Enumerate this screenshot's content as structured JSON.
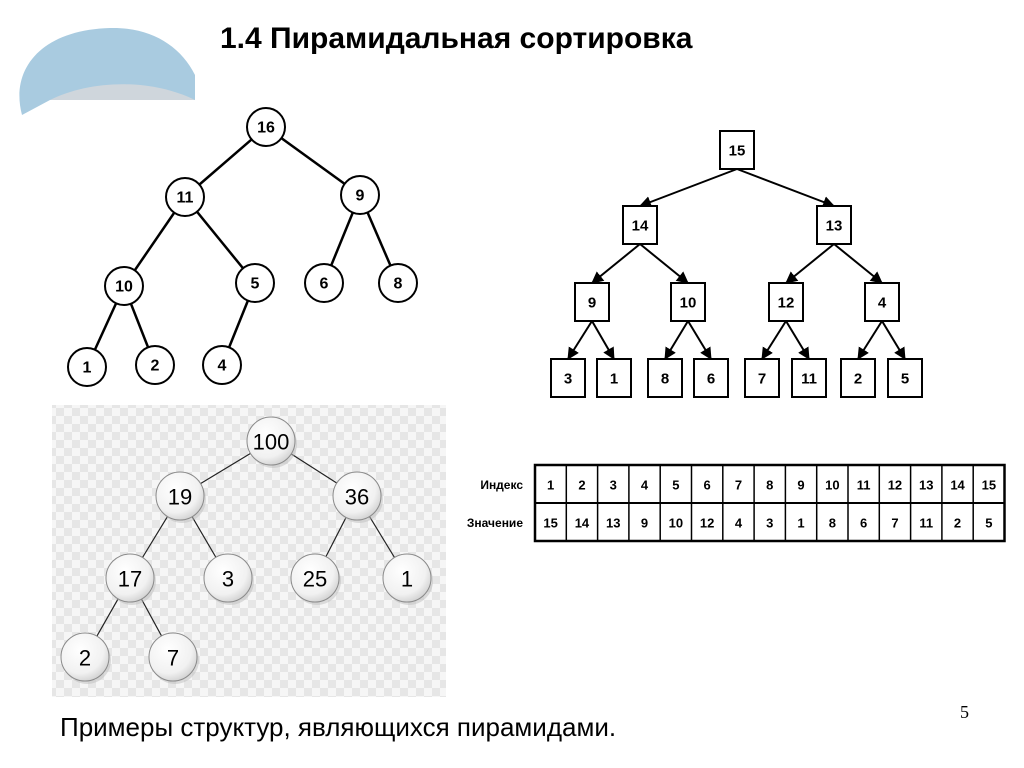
{
  "slide": {
    "title": "1.4 Пирамидальная сортировка",
    "caption": "Примеры структур, являющихся пирамидами.",
    "page_number": "5"
  },
  "tree_handwritten": {
    "nodes": [
      {
        "id": "n16",
        "label": "16"
      },
      {
        "id": "n11",
        "label": "11"
      },
      {
        "id": "n9",
        "label": "9"
      },
      {
        "id": "n10",
        "label": "10"
      },
      {
        "id": "n5",
        "label": "5"
      },
      {
        "id": "n6",
        "label": "6"
      },
      {
        "id": "n8",
        "label": "8"
      },
      {
        "id": "n1",
        "label": "1"
      },
      {
        "id": "n2",
        "label": "2"
      },
      {
        "id": "n4",
        "label": "4"
      }
    ],
    "edges": [
      [
        "n16",
        "n11"
      ],
      [
        "n16",
        "n9"
      ],
      [
        "n11",
        "n10"
      ],
      [
        "n11",
        "n5"
      ],
      [
        "n9",
        "n6"
      ],
      [
        "n9",
        "n8"
      ],
      [
        "n10",
        "n1"
      ],
      [
        "n10",
        "n2"
      ],
      [
        "n5",
        "n4"
      ]
    ]
  },
  "tree_boxes": {
    "nodes": [
      {
        "id": "b15",
        "label": "15"
      },
      {
        "id": "b14",
        "label": "14"
      },
      {
        "id": "b13",
        "label": "13"
      },
      {
        "id": "b9",
        "label": "9"
      },
      {
        "id": "b10",
        "label": "10"
      },
      {
        "id": "b12",
        "label": "12"
      },
      {
        "id": "b4",
        "label": "4"
      },
      {
        "id": "b3",
        "label": "3"
      },
      {
        "id": "b1",
        "label": "1"
      },
      {
        "id": "b8",
        "label": "8"
      },
      {
        "id": "b6",
        "label": "6"
      },
      {
        "id": "b7",
        "label": "7"
      },
      {
        "id": "b11",
        "label": "11"
      },
      {
        "id": "b2",
        "label": "2"
      },
      {
        "id": "b5",
        "label": "5"
      }
    ],
    "edges": [
      [
        "b15",
        "b14"
      ],
      [
        "b15",
        "b13"
      ],
      [
        "b14",
        "b9"
      ],
      [
        "b14",
        "b10"
      ],
      [
        "b13",
        "b12"
      ],
      [
        "b13",
        "b4"
      ],
      [
        "b9",
        "b3"
      ],
      [
        "b9",
        "b1"
      ],
      [
        "b10",
        "b8"
      ],
      [
        "b10",
        "b6"
      ],
      [
        "b12",
        "b7"
      ],
      [
        "b12",
        "b11"
      ],
      [
        "b4",
        "b2"
      ],
      [
        "b4",
        "b5"
      ]
    ]
  },
  "tree_bubbles": {
    "nodes": [
      {
        "id": "c100",
        "label": "100"
      },
      {
        "id": "c19",
        "label": "19"
      },
      {
        "id": "c36",
        "label": "36"
      },
      {
        "id": "c17",
        "label": "17"
      },
      {
        "id": "c3",
        "label": "3"
      },
      {
        "id": "c25",
        "label": "25"
      },
      {
        "id": "c1",
        "label": "1"
      },
      {
        "id": "c2",
        "label": "2"
      },
      {
        "id": "c7",
        "label": "7"
      }
    ],
    "edges": [
      [
        "c100",
        "c19"
      ],
      [
        "c100",
        "c36"
      ],
      [
        "c19",
        "c17"
      ],
      [
        "c19",
        "c3"
      ],
      [
        "c36",
        "c25"
      ],
      [
        "c36",
        "c1"
      ],
      [
        "c17",
        "c2"
      ],
      [
        "c17",
        "c7"
      ]
    ]
  },
  "array_table": {
    "row_labels": [
      "Индекс",
      "Значение"
    ],
    "index": [
      "1",
      "2",
      "3",
      "4",
      "5",
      "6",
      "7",
      "8",
      "9",
      "10",
      "11",
      "12",
      "13",
      "14",
      "15"
    ],
    "values": [
      "15",
      "14",
      "13",
      "9",
      "10",
      "12",
      "4",
      "3",
      "1",
      "8",
      "6",
      "7",
      "11",
      "2",
      "5"
    ]
  },
  "colors": {
    "decoration_blue": "#a9cbe0",
    "decoration_grey": "#cfd6dc",
    "checker_light": "#f6f6f6",
    "checker_dark": "#e6e6e6"
  }
}
